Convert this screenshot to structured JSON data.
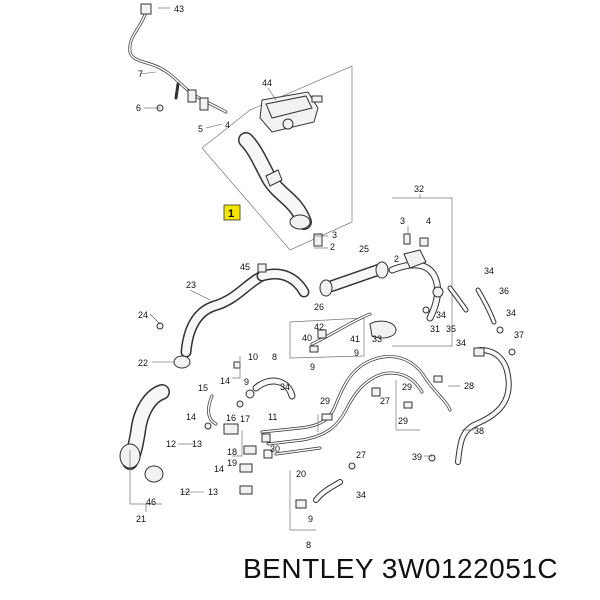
{
  "caption": "BENTLEY 3W0122051C",
  "highlight_label": "1",
  "callouts": [
    "43",
    "7",
    "6",
    "44",
    "5",
    "4",
    "3",
    "2",
    "32",
    "25",
    "26",
    "23",
    "45",
    "24",
    "22",
    "42",
    "40",
    "9",
    "41",
    "33",
    "31",
    "35",
    "34",
    "36",
    "37",
    "38",
    "39",
    "28",
    "27",
    "29",
    "30",
    "10",
    "8",
    "11",
    "14",
    "15",
    "16",
    "17",
    "18",
    "19",
    "12",
    "13",
    "21",
    "46",
    "20"
  ],
  "colors": {
    "highlight": "#f5e600",
    "line": "#333333"
  }
}
